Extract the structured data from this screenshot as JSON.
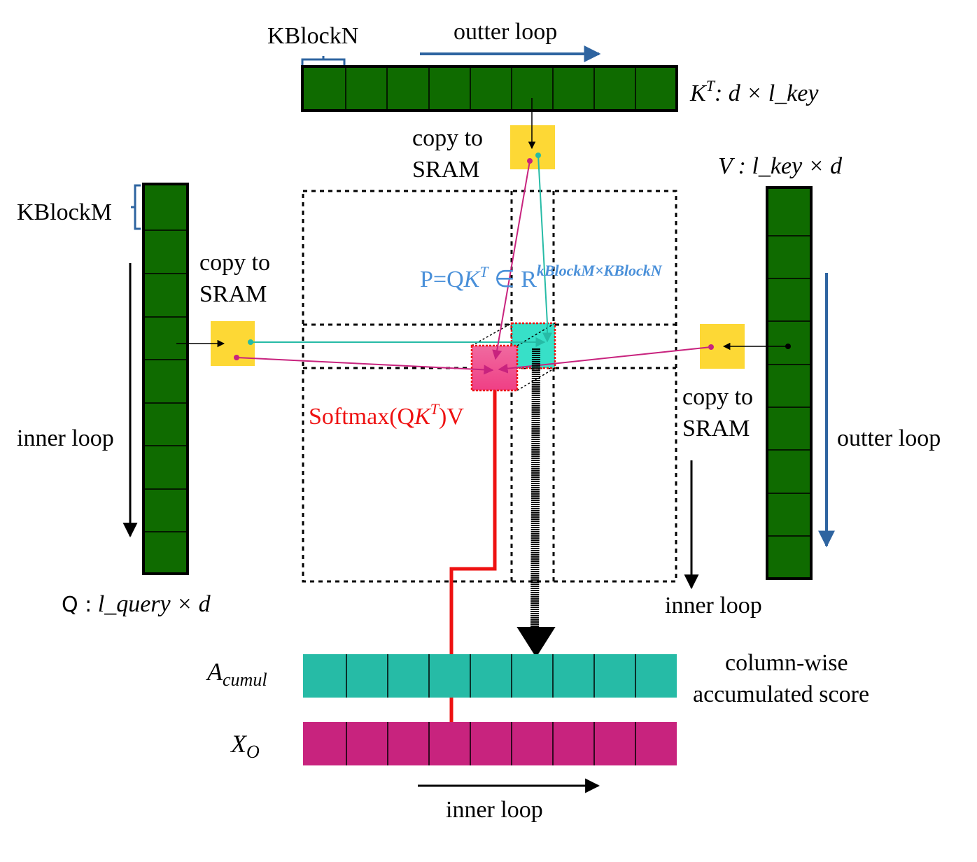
{
  "labels": {
    "kblockn": "KBlockN",
    "kblockm": "KBlockM",
    "outer_loop_top": "outter loop",
    "outer_loop_right": "outter loop",
    "inner_loop_left": "inner loop",
    "inner_loop_right": "inner loop",
    "inner_loop_bottom": "inner loop",
    "copy_to_1": "copy to",
    "sram_1": "SRAM",
    "copy_to_2": "copy to",
    "sram_2": "SRAM",
    "copy_to_3": "copy to",
    "sram_3": "SRAM",
    "kt_name": "K",
    "kt_sup": "T",
    "kt_dims": ": d × l_key",
    "v_label": "V : l_key × d",
    "q_name": "Q :",
    "q_dims": " l_query × d",
    "p_prefix": "P=Q",
    "p_k": "K",
    "p_sup": "T",
    "p_in": " ∈ R",
    "p_exp": "kBlockM×KBlockN",
    "softmax_prefix": "Softmax(Q",
    "softmax_k": "K",
    "softmax_sup": "T",
    "softmax_suffix": ")V",
    "acumul_main": "A",
    "acumul_sub": "cumul",
    "xo_main": "X",
    "xo_sub": "O",
    "score_line1": "column-wise",
    "score_line2": "accumulated score"
  },
  "colors": {
    "block_green": "#0f6b00",
    "sram_yellow": "#fdd835",
    "teal": "#26bba6",
    "magenta": "#c8237e",
    "pink_block": "#f2508f",
    "loop_blue": "#2e64a0",
    "formula_blue": "#4a90d9",
    "softmax_red": "#ee1111"
  },
  "matrices": {
    "kt_cells": 9,
    "q_cells": 9,
    "v_cells": 9,
    "acumul_cells": 9,
    "xo_cells": 9
  }
}
